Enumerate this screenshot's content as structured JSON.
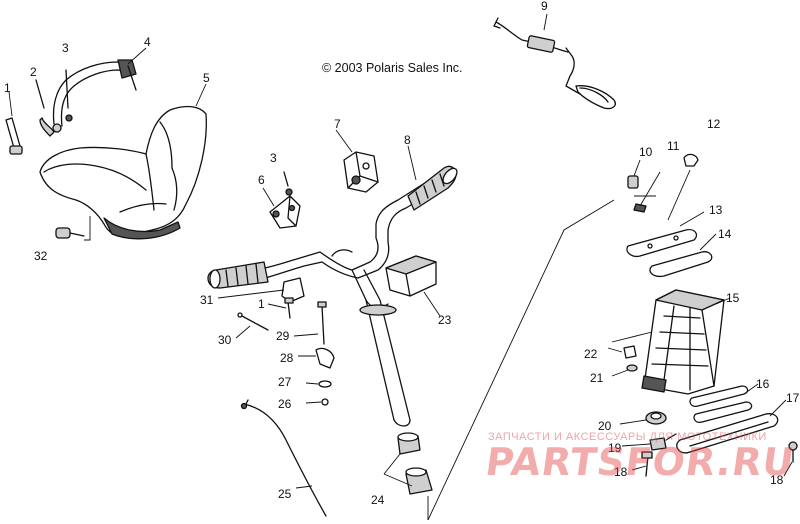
{
  "copyright": "© 2003 Polaris Sales Inc.",
  "watermark": {
    "subtitle": "ЗАПЧАСТИ И АКСЕССУАРЫ ДЛЯ МОТОТЕХНИКИ",
    "site": "PARTSFOR.RU"
  },
  "callouts": [
    {
      "id": "c1a",
      "text": "1"
    },
    {
      "id": "c2",
      "text": "2"
    },
    {
      "id": "c3a",
      "text": "3"
    },
    {
      "id": "c4",
      "text": "4"
    },
    {
      "id": "c5",
      "text": "5"
    },
    {
      "id": "c32",
      "text": "32"
    },
    {
      "id": "c3b",
      "text": "3"
    },
    {
      "id": "c6",
      "text": "6"
    },
    {
      "id": "c7",
      "text": "7"
    },
    {
      "id": "c8",
      "text": "8"
    },
    {
      "id": "c9",
      "text": "9"
    },
    {
      "id": "c10",
      "text": "10"
    },
    {
      "id": "c11",
      "text": "11"
    },
    {
      "id": "c12",
      "text": "12"
    },
    {
      "id": "c13",
      "text": "13"
    },
    {
      "id": "c14",
      "text": "14"
    },
    {
      "id": "c15",
      "text": "15"
    },
    {
      "id": "c16",
      "text": "16"
    },
    {
      "id": "c17",
      "text": "17"
    },
    {
      "id": "c18a",
      "text": "18"
    },
    {
      "id": "c18b",
      "text": "18"
    },
    {
      "id": "c19",
      "text": "19"
    },
    {
      "id": "c20",
      "text": "20"
    },
    {
      "id": "c21",
      "text": "21"
    },
    {
      "id": "c22",
      "text": "22"
    },
    {
      "id": "c23",
      "text": "23"
    },
    {
      "id": "c24",
      "text": "24"
    },
    {
      "id": "c25",
      "text": "25"
    },
    {
      "id": "c26",
      "text": "26"
    },
    {
      "id": "c27",
      "text": "27"
    },
    {
      "id": "c28",
      "text": "28"
    },
    {
      "id": "c29",
      "text": "29"
    },
    {
      "id": "c30",
      "text": "30"
    },
    {
      "id": "c31",
      "text": "31"
    },
    {
      "id": "c1b",
      "text": "1"
    }
  ]
}
